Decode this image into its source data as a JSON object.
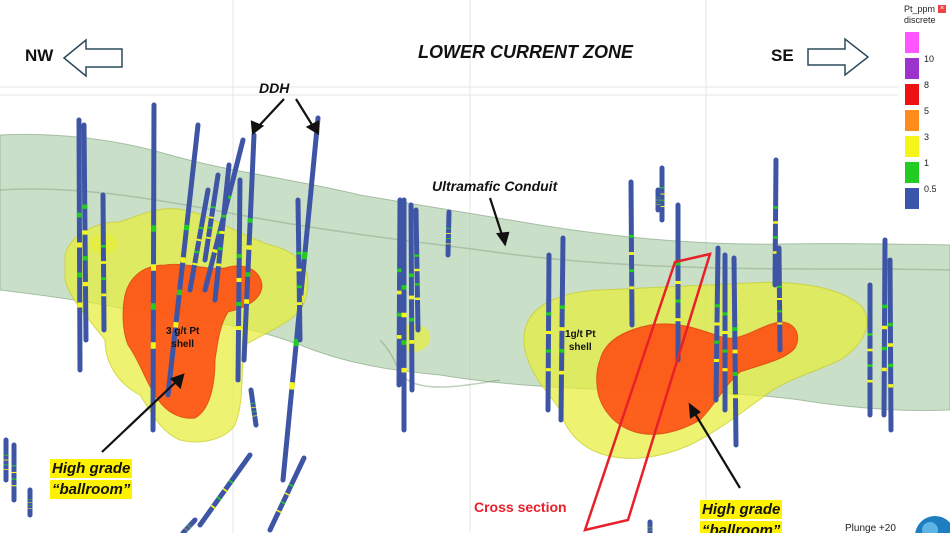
{
  "title": "LOWER CURRENT ZONE",
  "nw_label": "NW",
  "se_label": "SE",
  "ddh_label": "DDH",
  "conduit_label": "Ultramafic Conduit",
  "shell_left": "3 g/t Pt\nshell",
  "shell_right": "1g/t Pt\nshell",
  "highgrade_left_l1": "High grade",
  "highgrade_left_l2": "“ballroom”",
  "highgrade_right_l1": "High grade",
  "highgrade_right_l2": "“ballroom”",
  "cross_section_label": "Cross section",
  "plunge_label": "Plunge +20",
  "legend": {
    "title_line1": "Pt_ppm",
    "title_line2": "discrete",
    "entries": [
      {
        "label": "10",
        "color": "#ff55ff"
      },
      {
        "label": "8",
        "color": "#9b33cc"
      },
      {
        "label": "5",
        "color": "#ee1111"
      },
      {
        "label": "3",
        "color": "#ff8c1a"
      },
      {
        "label": "1",
        "color": "#f5f51a"
      },
      {
        "label": "0.5",
        "color": "#22cc22"
      },
      {
        "label": "",
        "color": "#3a55aa"
      }
    ]
  },
  "colors": {
    "conduit": "#9fc49a",
    "shell_low": "#e6ee3a",
    "shell_high": "#ff4a10",
    "drillhole": "#3e55a6",
    "cross_section": "#e8202a"
  }
}
